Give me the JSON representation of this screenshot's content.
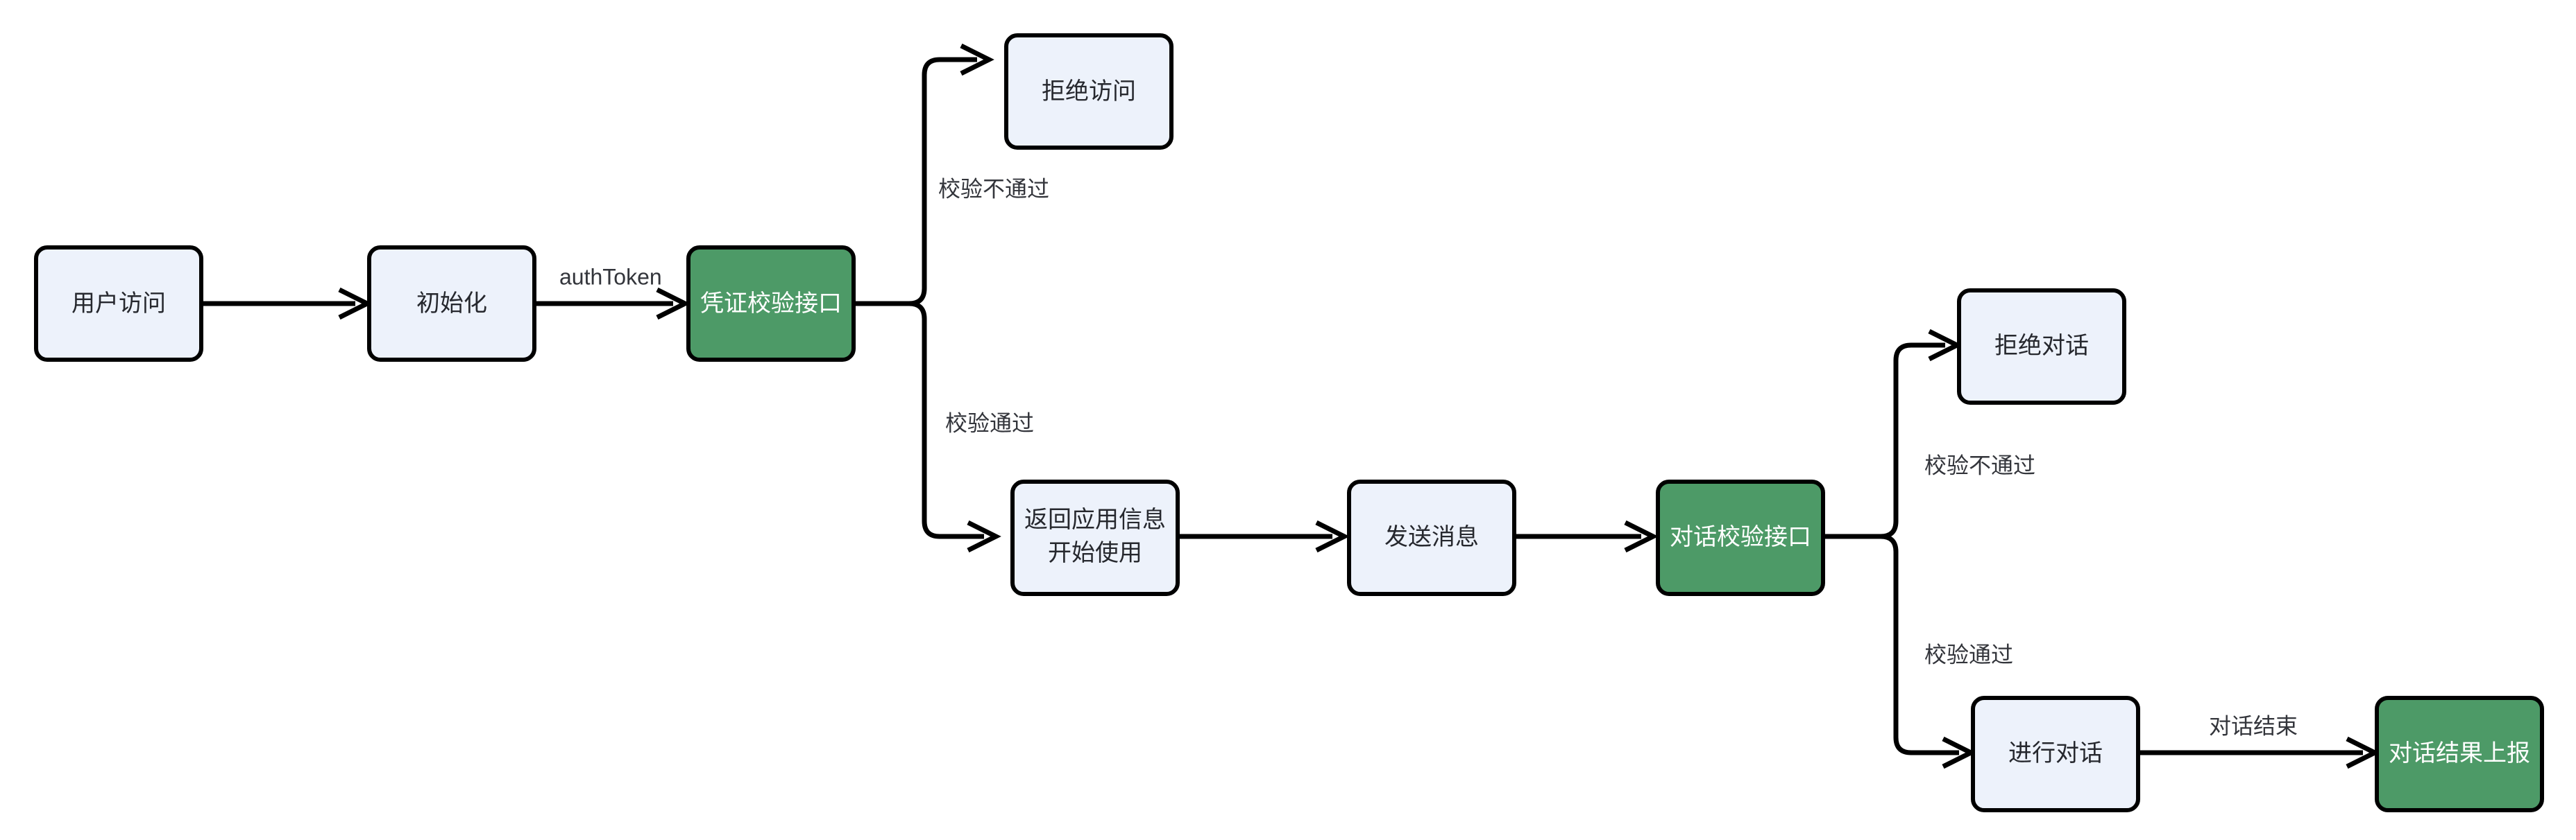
{
  "diagram": {
    "type": "flowchart",
    "orientation": "left-to-right",
    "background": "#ffffff",
    "palette": {
      "node_light_fill": "#edf2fb",
      "node_green_fill": "#4d9a67",
      "node_stroke": "#000000",
      "text_dark": "#26282e",
      "text_light": "#ffffff",
      "edge_stroke": "#000000"
    }
  },
  "nodes": [
    {
      "id": "user-access",
      "label": "用户访问",
      "style": "light"
    },
    {
      "id": "initialize",
      "label": "初始化",
      "style": "light"
    },
    {
      "id": "credential-api",
      "label": "凭证校验接口",
      "style": "green"
    },
    {
      "id": "deny-access",
      "label": "拒绝访问",
      "style": "light"
    },
    {
      "id": "return-app-info",
      "label_line1": "返回应用信息",
      "label_line2": "开始使用",
      "style": "light"
    },
    {
      "id": "send-message",
      "label": "发送消息",
      "style": "light"
    },
    {
      "id": "dialog-check-api",
      "label": "对话校验接口",
      "style": "green"
    },
    {
      "id": "deny-dialog",
      "label": "拒绝对话",
      "style": "light"
    },
    {
      "id": "do-dialog",
      "label": "进行对话",
      "style": "light"
    },
    {
      "id": "report-result",
      "label": "对话结果上报",
      "style": "green"
    }
  ],
  "edges": [
    {
      "id": "e1",
      "from": "user-access",
      "to": "initialize",
      "label": ""
    },
    {
      "id": "e2",
      "from": "initialize",
      "to": "credential-api",
      "label": "authToken"
    },
    {
      "id": "e3",
      "from": "credential-api",
      "to": "deny-access",
      "label": "校验不通过"
    },
    {
      "id": "e4",
      "from": "credential-api",
      "to": "return-app-info",
      "label": "校验通过"
    },
    {
      "id": "e5",
      "from": "return-app-info",
      "to": "send-message",
      "label": ""
    },
    {
      "id": "e6",
      "from": "send-message",
      "to": "dialog-check-api",
      "label": ""
    },
    {
      "id": "e7",
      "from": "dialog-check-api",
      "to": "deny-dialog",
      "label": "校验不通过"
    },
    {
      "id": "e8",
      "from": "dialog-check-api",
      "to": "do-dialog",
      "label": "校验通过"
    },
    {
      "id": "e9",
      "from": "do-dialog",
      "to": "report-result",
      "label": "对话结束"
    }
  ]
}
